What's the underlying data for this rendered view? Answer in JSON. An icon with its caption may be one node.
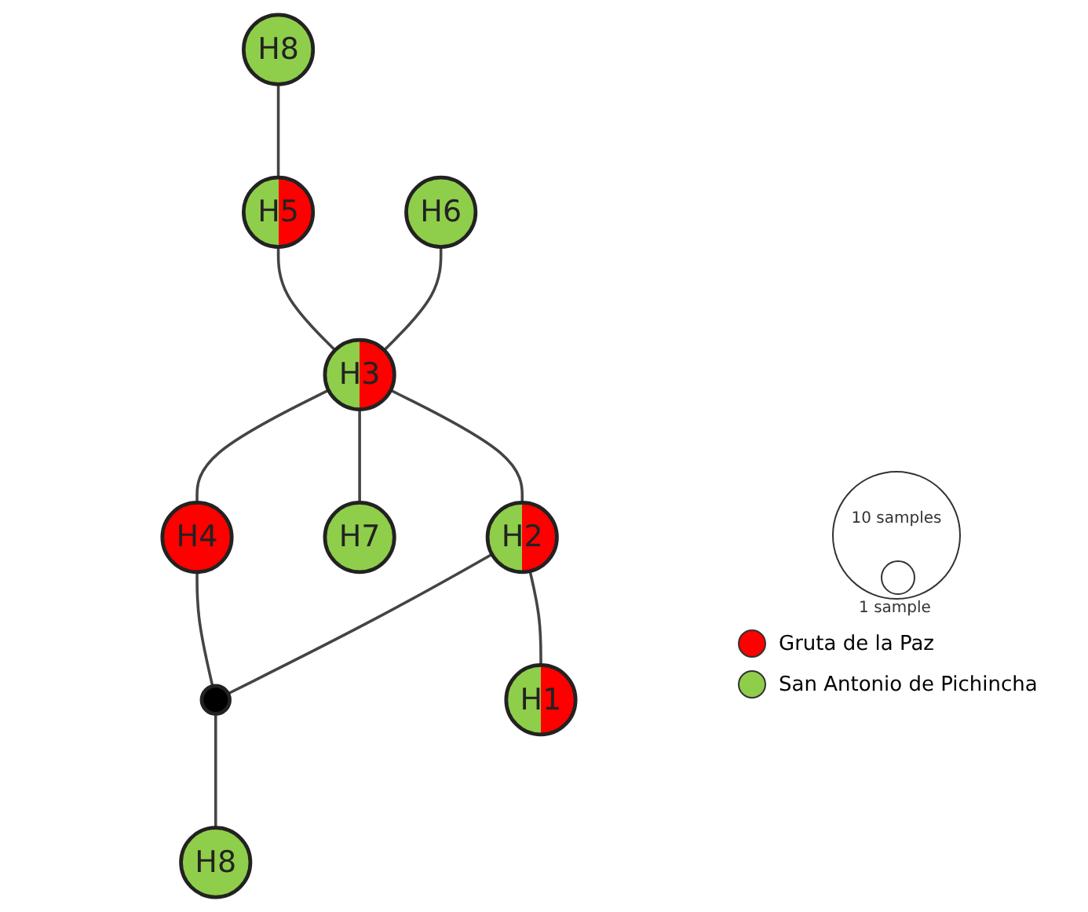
{
  "diagram": {
    "nodes": [
      {
        "text": [
          "H8"
        ]
      },
      {
        "text": [
          "H5"
        ]
      },
      {
        "text": [
          "H4"
        ]
      },
      {
        "text": [
          "H6"
        ]
      },
      {
        "text": [
          "H3"
        ]
      },
      {
        "text": [],
        "shape": "circle"
      },
      {
        "text": [
          "H8"
        ]
      },
      {
        "text": [
          "H7"
        ]
      },
      {
        "text": [
          "H2"
        ]
      },
      {
        "text": [
          "H1"
        ]
      }
    ],
    "edges": [
      {
        "from": 0,
        "to": 1,
        "arrow": "none"
      },
      {
        "from": 1,
        "to": 4,
        "arrow": "none"
      },
      {
        "from": 4,
        "to": 2,
        "arrow": "none"
      },
      {
        "from": 2,
        "to": 5,
        "arrow": "none"
      },
      {
        "from": 5,
        "to": 6,
        "arrow": "none"
      },
      {
        "from": 3,
        "to": 4,
        "arrow": "none"
      },
      {
        "from": 4,
        "to": 7,
        "arrow": "none"
      },
      {
        "from": 4,
        "to": 8,
        "arrow": "none"
      },
      {
        "from": 8,
        "to": 5,
        "arrow": "none"
      },
      {
        "from": 8,
        "to": 9,
        "arrow": "none"
      }
    ],
    "labels": [
      "10 samples",
      "1 sample"
    ],
    "legend": [
      {
        "text": "Gruta de la Paz",
        "color": "#ff0000"
      },
      {
        "text": "San Antonio de Pichincha",
        "color": "#8fce4a"
      }
    ]
  }
}
